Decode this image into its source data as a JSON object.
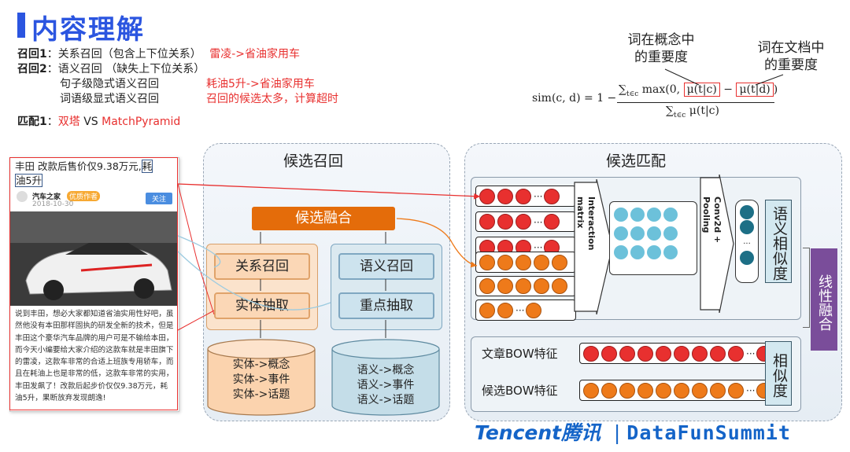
{
  "slide": {
    "title": "内容理解",
    "recall1_label": "召回1",
    "recall1_text": "：关系召回（包含上下位关系）",
    "recall1_example": "雷凌->省油家用车",
    "recall2_label": "召回2",
    "recall2_text": "：语义召回 （缺失上下位关系）",
    "sentence_level": "句子级隐式语义召回",
    "sentence_example": "耗油5升->省油家用车",
    "word_level": "词语级显式语义召回",
    "word_example": "召回的候选太多，计算超时",
    "match1_label": "匹配1",
    "match1_colon": "：",
    "match1_a": "双塔",
    "match1_vs": " VS ",
    "match1_b": "MatchPyramid"
  },
  "formula": {
    "note_concept": "词在概念中\n的重要度",
    "note_doc": "词在文档中\n的重要度",
    "lhs": "sim(c, d) = 1 −",
    "numerator_pre": "∑",
    "numerator_sub": "t∈c",
    "numerator_max": " max(0, ",
    "mu_tc": "μ(t|c)",
    "minus": " − ",
    "mu_td": "μ(t|d)",
    "numerator_post": ")",
    "denominator": "∑",
    "denominator_sub": "t∈c",
    "denominator_mu": " μ(t|c)"
  },
  "article": {
    "headline_a": "丰田 改款后售价仅9.38万元,",
    "headline_b": "耗",
    "headline_c": "油5升",
    "source_name": "汽车之家",
    "source_tag": "优质作者",
    "source_date": "2018-10-30",
    "follow_btn": "关注",
    "body": "说到丰田，想必大家都知道省油实用性好吧，虽然他没有本田那样固执的研发全新的技术，但是丰田这个豪华汽车品牌的用户可是不输给本田，而今天小编要给大家介绍的这款车就是丰田旗下的雷凌，这款车非常的合适上班族专用轿车，而且在耗油上也是非常的低，这款车非常的实用，丰田发飙了！改款后起步价仅仅9.38万元，耗油5升，果断放弃发现朗逸!"
  },
  "recall_panel": {
    "title": "候选召回",
    "fusion": "候选融合",
    "relation_recall": "关系召回",
    "entity_extract": "实体抽取",
    "semantic_recall": "语义召回",
    "key_extract": "重点抽取",
    "db_left": [
      "实体->概念",
      "实体->事件",
      "实体->话题"
    ],
    "db_right": [
      "语义->概念",
      "语义->事件",
      "语义->话题"
    ]
  },
  "match_panel": {
    "title": "候选匹配",
    "interaction": "Interaction\nmatrix",
    "conv": "Conv2d +\nPooling",
    "semantic_sim": "语义相似度",
    "linear_fusion": "线性融合",
    "article_bow": "文章BOW特征",
    "candidate_bow": "候选BOW特征",
    "similarity": "相似度",
    "ellipsis": "···"
  },
  "footer": {
    "tencent": "Tencent",
    "tencent_cn": "腾讯",
    "sep": "|",
    "summit": "DataFunSummit"
  },
  "colors": {
    "accent": "#2b55e0",
    "red": "#e8302f",
    "orange": "#ee7a1a",
    "teal": "#1d6f86",
    "lightblue": "#6cc1da"
  }
}
